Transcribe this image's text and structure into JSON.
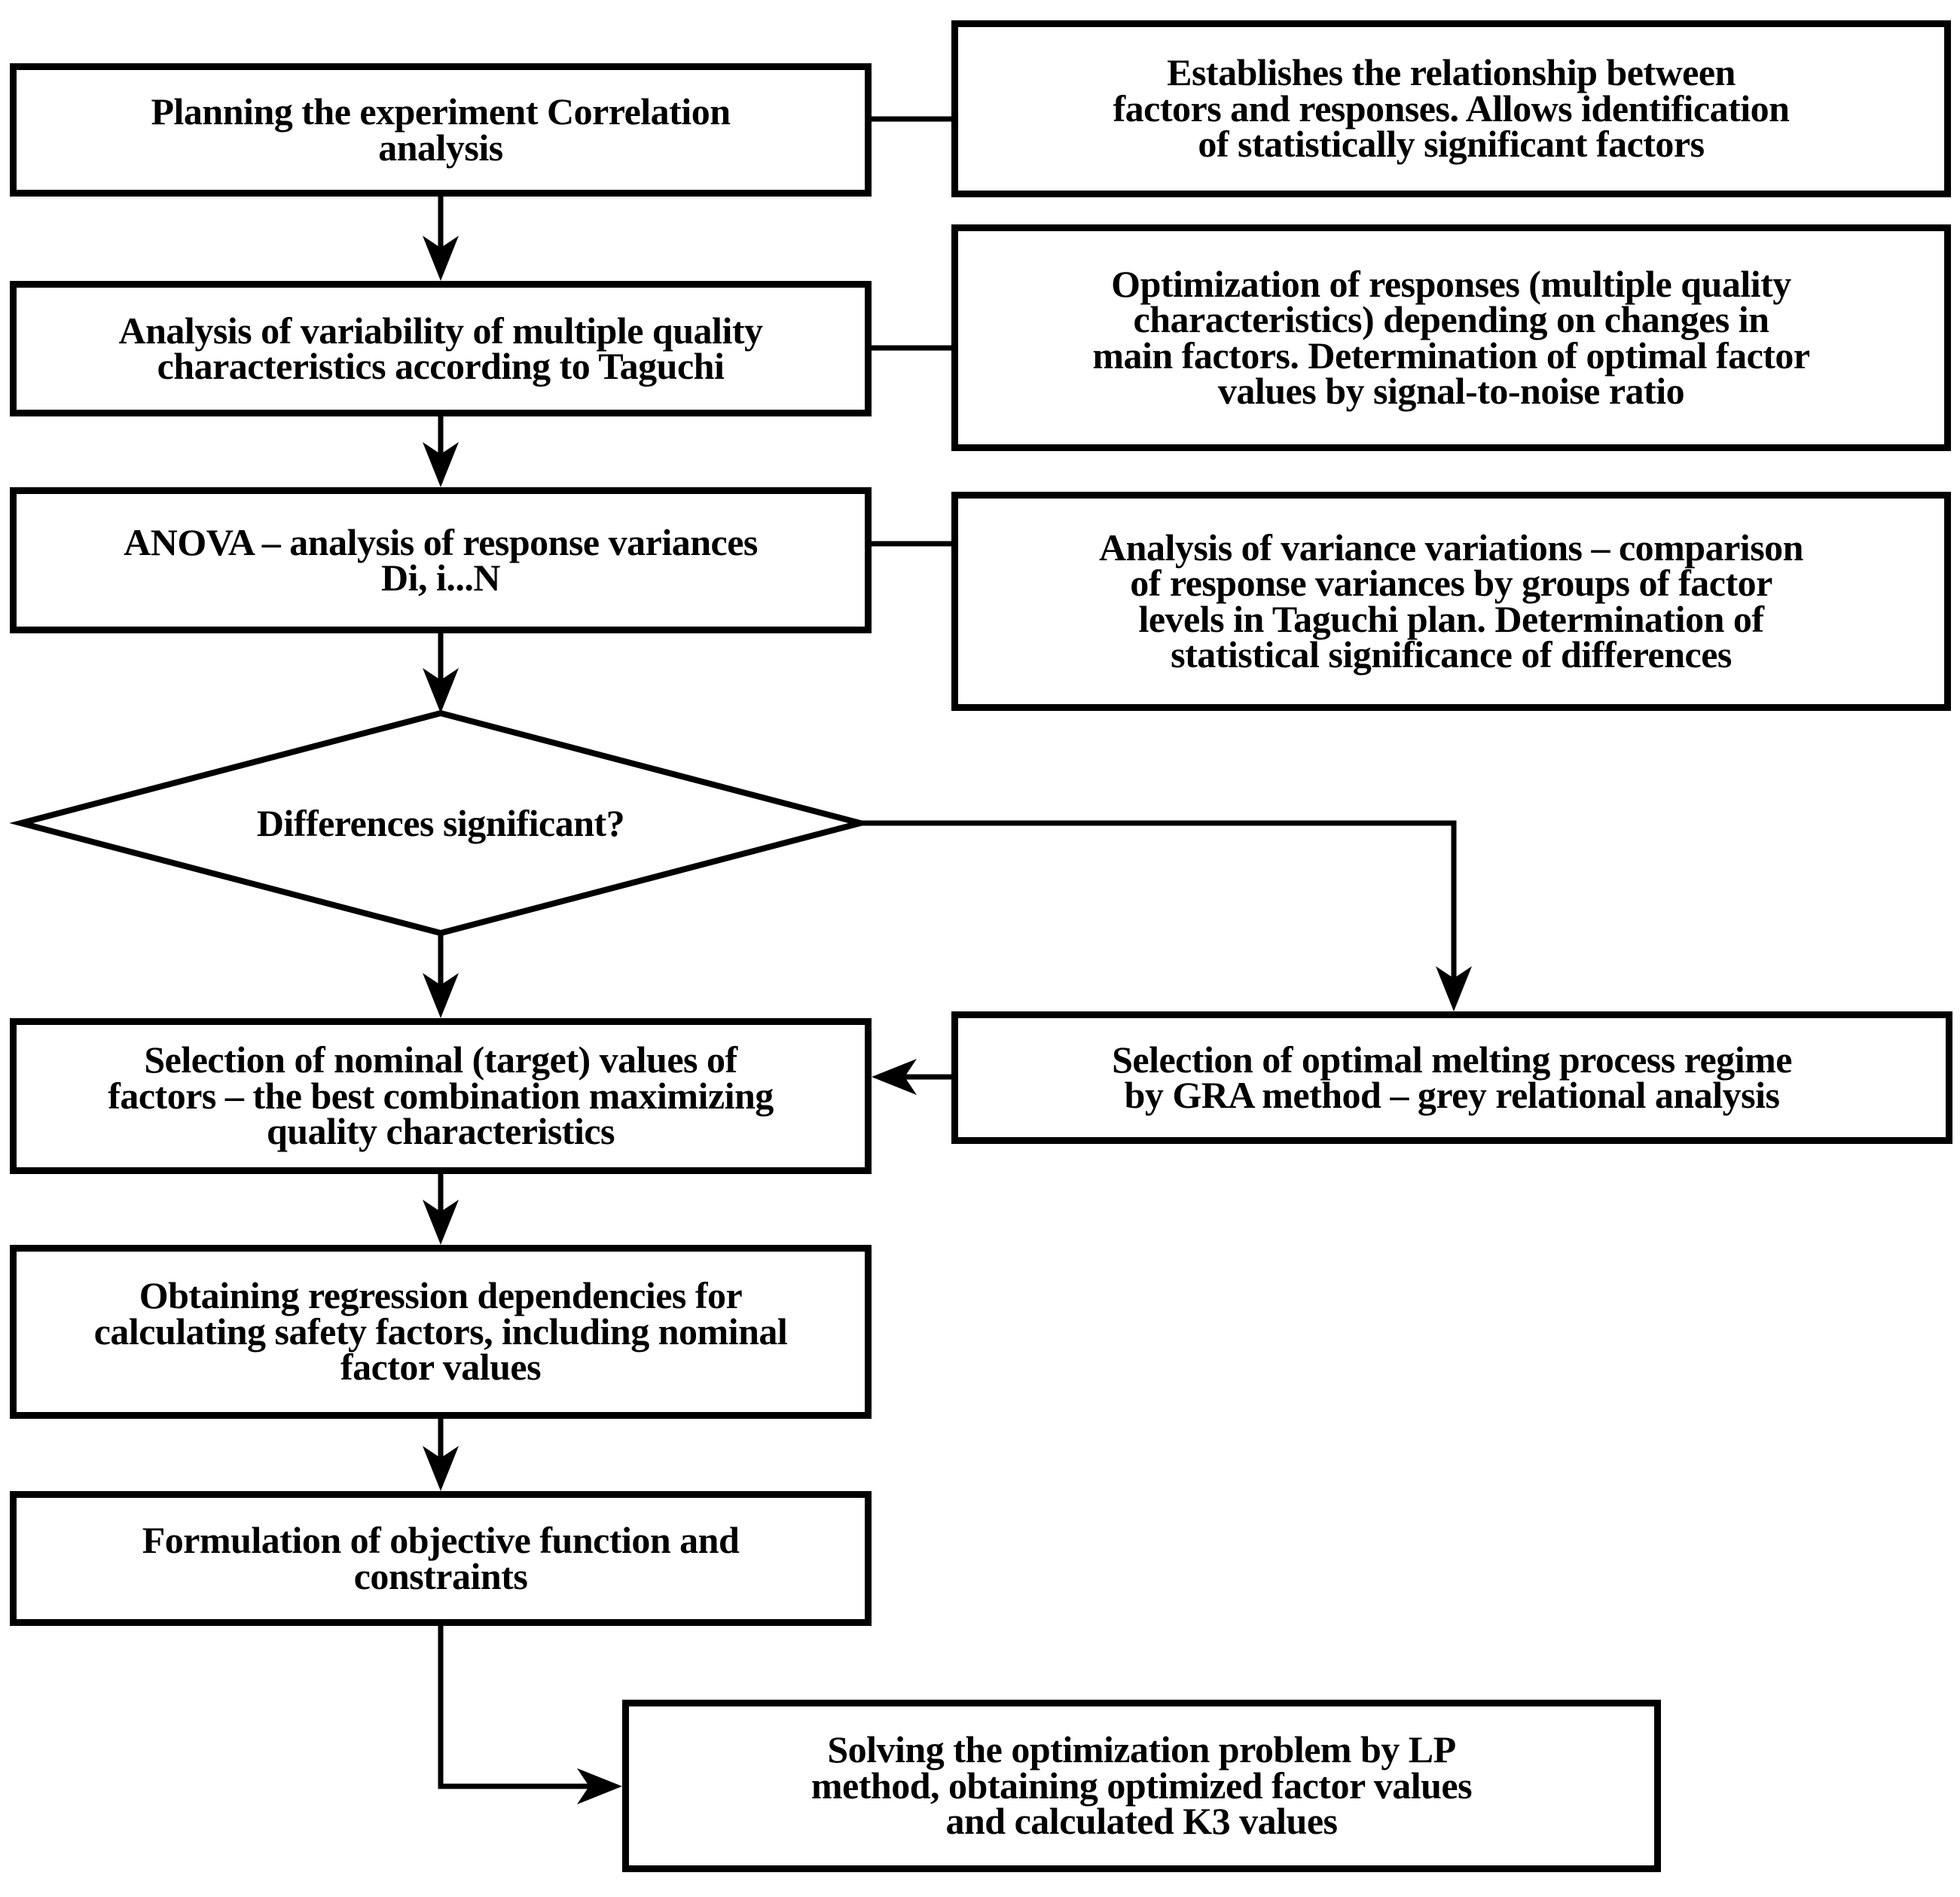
{
  "figure": {
    "background_color": "#ffffff",
    "line_color": "#000000",
    "nodes": {
      "planning": "Planning the experiment Correlation\nanalysis",
      "establishes": "Establishes the relationship between\nfactors and responses. Allows identification\nof statistically significant factors",
      "variability": "Analysis of variability of multiple quality\ncharacteristics according to Taguchi",
      "optimization": "Optimization of responses (multiple quality\ncharacteristics) depending on changes in\nmain factors. Determination of optimal factor\nvalues by signal-to-noise ratio",
      "anova": "ANOVA – analysis of response variances\nDi, i...N",
      "variance_comparison": "Analysis of variance variations – comparison\nof response variances by groups of factor\nlevels in Taguchi plan. Determination of\nstatistical significance of differences",
      "decision": "Differences significant?",
      "nominal_values": "Selection of nominal (target) values of\nfactors – the best combination maximizing\nquality characteristics",
      "gra": "Selection of optimal melting process regime\nby GRA method – grey relational analysis",
      "regression": "Obtaining regression dependencies for\ncalculating safety factors, including nominal\nfactor values",
      "objective": "Formulation of objective function and\nconstraints",
      "solving": "Solving the optimization problem by LP\nmethod, obtaining optimized factor values\nand calculated K3 values"
    }
  }
}
